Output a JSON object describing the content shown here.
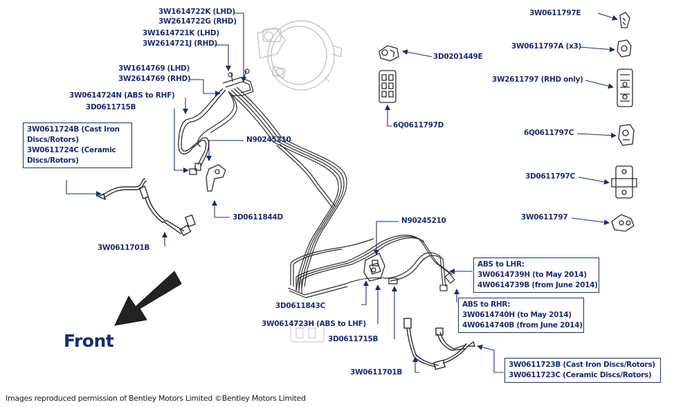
{
  "labels": {
    "l1": "3W1614722K (LHD)",
    "l2": "3W2614722G (RHD)",
    "l3": "3W1614721K (LHD)",
    "l4": "3W2614721J (RHD)",
    "l5": "3W1614769 (LHD)",
    "l6": "3W2614769 (RHD)",
    "l7": "3W0614724N (ABS to RHF)",
    "l8": "3D0611715B",
    "l9": "N90245210",
    "l10": "3D0611844D",
    "l11": "3W0611701B",
    "l12": "3D0201449E",
    "l13": "6Q0611797D",
    "l14": "N90245210",
    "l15": "3D0611843C",
    "l16": "3W0614723H (ABS to LHF)",
    "l17": "3D0611715B",
    "l18": "3W0611701B",
    "r1": "3W0611797E",
    "r2": "3W0611797A (x3)",
    "r3": "3W2611797 (RHD only)",
    "r4": "6Q0611797C",
    "r5": "3D0611797C",
    "r6": "3W0611797"
  },
  "boxes": {
    "front_caliper": [
      "3W0611724B (Cast Iron",
      "Discs/Rotors)",
      "3W0611724C (Ceramic",
      "Discs/Rotors)"
    ],
    "abs_lhr": [
      "ABS to LHR:",
      "3W0614739H (to May 2014)",
      "4W0614739B (from June 2014)"
    ],
    "abs_rhr": [
      "ABS to RHR:",
      "3W0614740H (to May 2014)",
      "4W0614740B (from June 2014)"
    ],
    "rear_caliper": [
      "3W0611723B (Cast Iron Discs/Rotors)",
      "3W0611723C (Ceramic Discs/Rotors)"
    ]
  },
  "front_label": "Front",
  "copyright": "Images reproduced permission of Bentley Motors Limited ©Bentley Motors Limited",
  "colors": {
    "label": "#1b2c6e",
    "pipe": "#2a2a2a",
    "ghost": "#bdbdbd",
    "arrow": "#222222"
  }
}
